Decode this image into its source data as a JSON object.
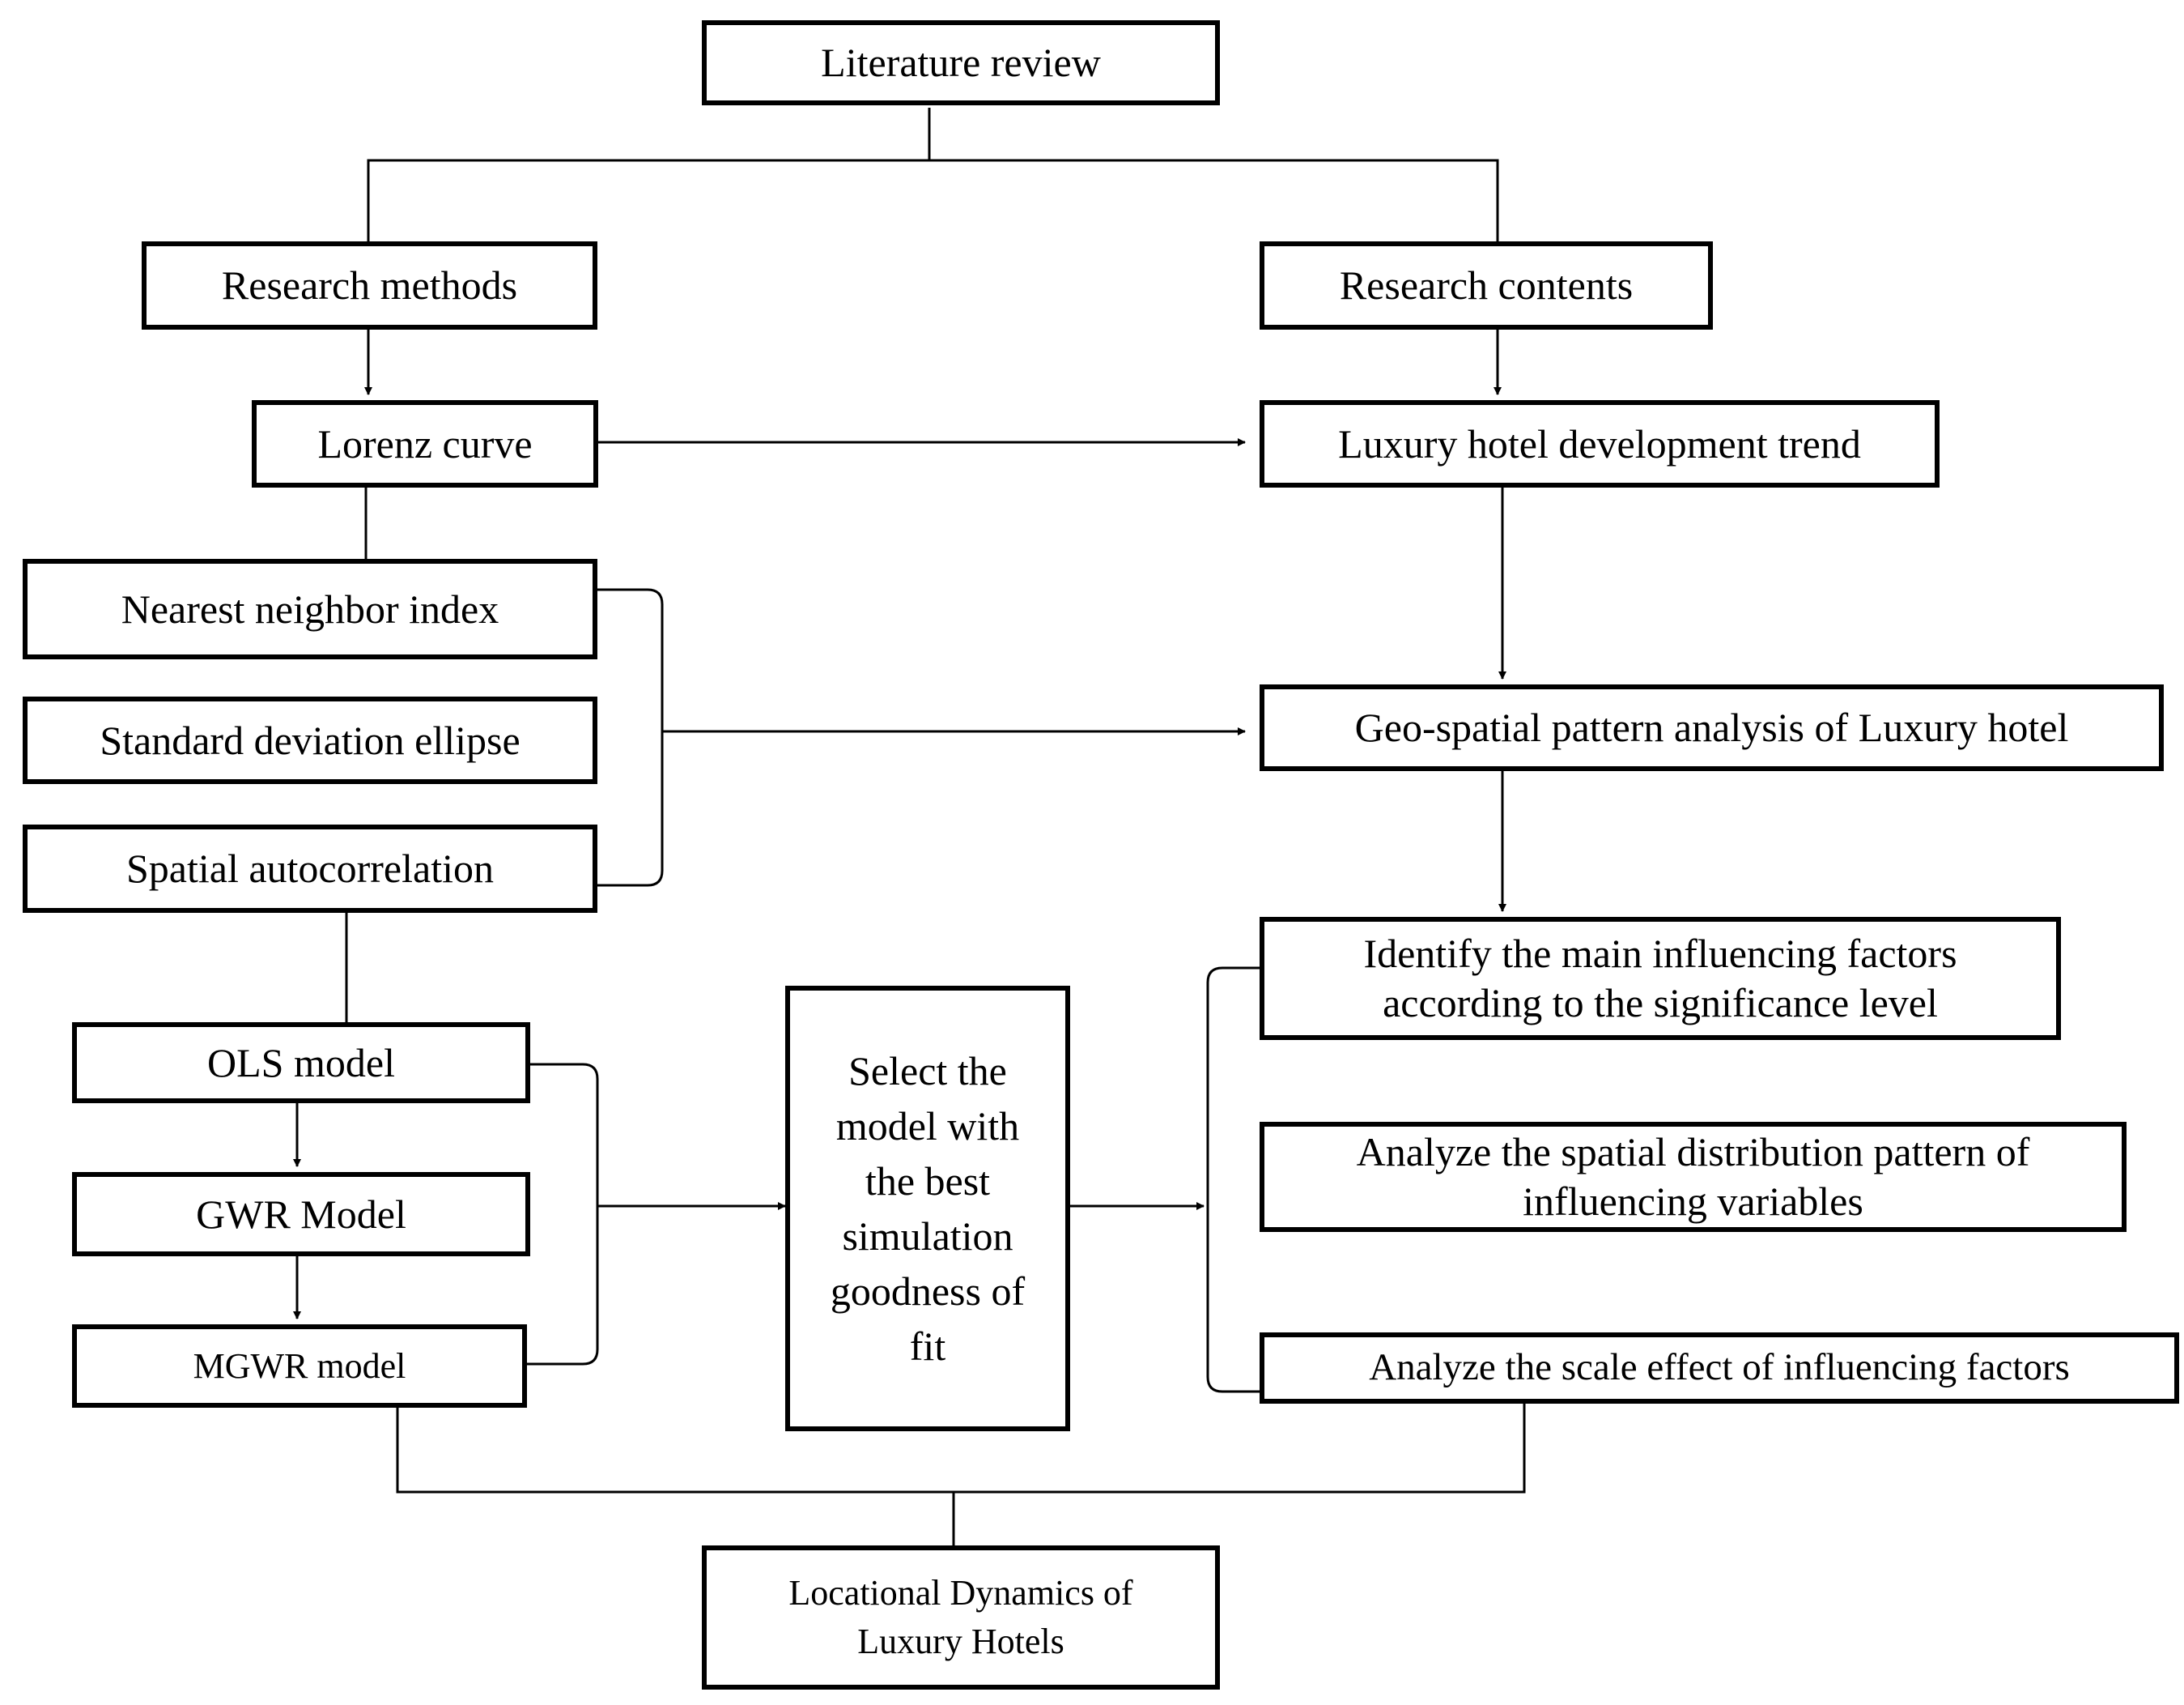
{
  "diagram": {
    "nodes": {
      "literature_review": "Literature review",
      "research_methods": "Research methods",
      "research_contents": "Research contents",
      "lorenz_curve": "Lorenz curve",
      "dev_trend": "Luxury hotel development trend",
      "nearest_neighbor": "Nearest neighbor index",
      "std_ellipse": "Standard deviation ellipse",
      "spatial_autocorr": "Spatial autocorrelation",
      "geo_spatial": "Geo-spatial pattern analysis of Luxury hotel",
      "ols_model": "OLS model",
      "gwr_model": "GWR Model",
      "mgwr_model": "MGWR model",
      "select_model": "Select the model with the best simulation goodness of fit",
      "identify_factors": "Identify the main influencing factors according to the significance level",
      "analyze_pattern": "Analyze the spatial distribution pattern of influencing variables",
      "analyze_scale": "Analyze the scale effect of influencing factors",
      "locational_dynamics": "Locational Dynamics of Luxury Hotels"
    }
  },
  "colors": {
    "line": "#000000",
    "box_border": "#000000",
    "background": "#ffffff"
  }
}
